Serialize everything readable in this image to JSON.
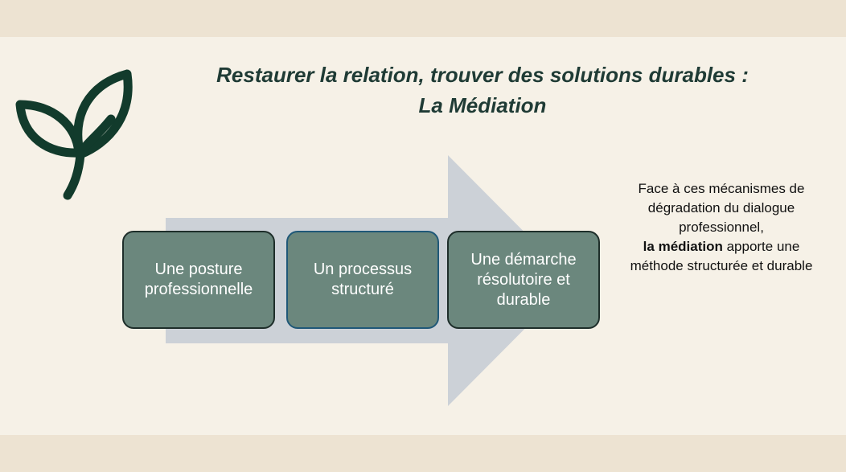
{
  "title": {
    "line1": "Restaurer la relation, trouver des solutions durables :",
    "line2": "La Médiation"
  },
  "steps": [
    {
      "label": "Une posture professionnelle"
    },
    {
      "label": "Un processus structuré"
    },
    {
      "label": "Une démarche résolutoire et durable"
    }
  ],
  "side_text": {
    "intro": "Face à ces mécanismes de dégradation du dialogue professionnel,",
    "bold": "la médiation",
    "rest": " apporte une méthode structurée et durable"
  },
  "colors": {
    "accent": "#1f3b35",
    "box": "#6b877d",
    "arrow": "#ccd1d7",
    "band": "#ede3d2",
    "background": "#f6f1e7"
  }
}
